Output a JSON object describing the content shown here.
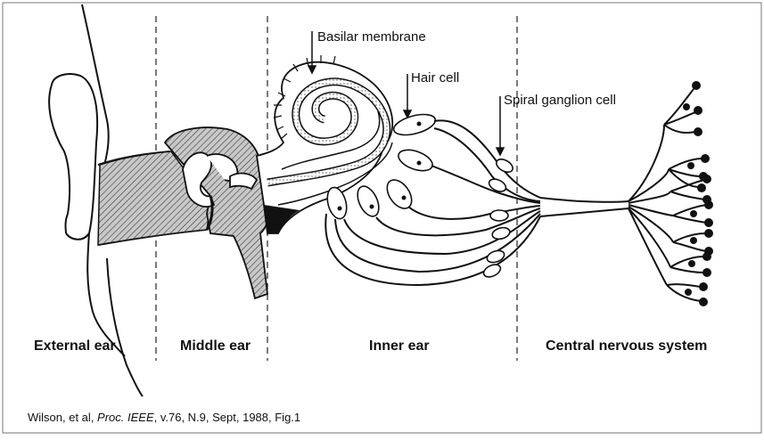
{
  "labels": {
    "basilar_membrane": "Basilar membrane",
    "hair_cell": "Hair cell",
    "spiral_ganglion_cell": "Spiral ganglion cell"
  },
  "sections": {
    "external": "External ear",
    "middle": "Middle ear",
    "inner": "Inner ear",
    "cns": "Central nervous system"
  },
  "caption": {
    "authors": "Wilson, et al,",
    "journal": "Proc. IEEE",
    "details": ", v.76, N.9, Sept, 1988, Fig.1"
  },
  "colors": {
    "ink": "#111111",
    "shade": "#9a9a9a",
    "paper": "#ffffff"
  }
}
